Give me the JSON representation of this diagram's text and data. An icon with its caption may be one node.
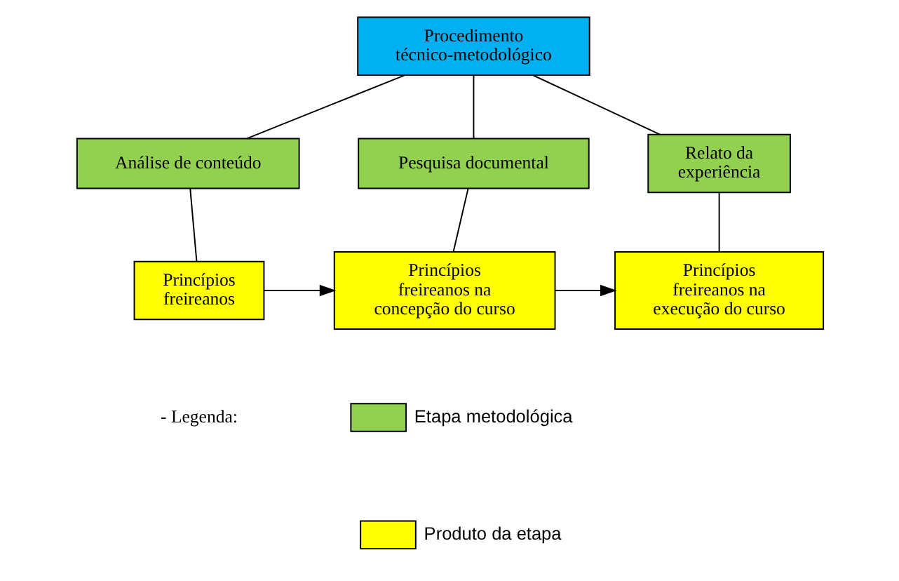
{
  "diagram": {
    "nodes": [
      {
        "text": [
          "Procedimento técnico-metodológico"
        ]
      },
      {
        "text": [
          "Análise de conteúdo"
        ]
      },
      {
        "text": [
          "Pesquisa documental"
        ]
      },
      {
        "text": [
          "Relato da experiência"
        ]
      },
      {
        "text": [
          "Princípios freireanos"
        ]
      },
      {
        "text": [
          "Princípios freireanos na concepção do curso"
        ]
      },
      {
        "text": [
          "Princípios freireanos na execução do curso"
        ]
      }
    ],
    "edges": [
      {
        "from": 0,
        "to": 1,
        "arrow": "none"
      },
      {
        "from": 0,
        "to": 2,
        "arrow": "none"
      },
      {
        "from": 0,
        "to": 3,
        "arrow": "none"
      },
      {
        "from": 1,
        "to": 4,
        "arrow": "none"
      },
      {
        "from": 2,
        "to": 5,
        "arrow": "none"
      },
      {
        "from": 3,
        "to": 6,
        "arrow": "none"
      },
      {
        "from": 4,
        "to": 5,
        "arrow": "to"
      },
      {
        "from": 5,
        "to": 6,
        "arrow": "to"
      }
    ],
    "labels": [
      "- Legenda:"
    ],
    "legend": [
      {
        "text": "Etapa metodológica",
        "color": "#92d050"
      },
      {
        "text": "Produto da etapa",
        "color": "#ffff00"
      }
    ]
  }
}
